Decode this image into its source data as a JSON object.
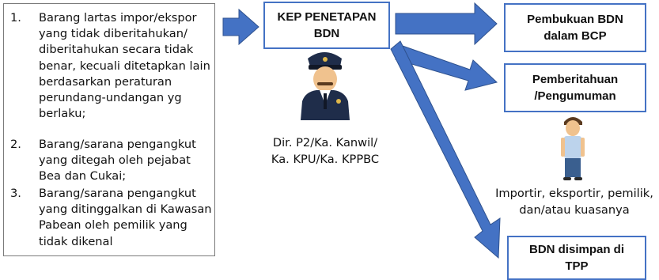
{
  "list": {
    "items": [
      {
        "num": "1.",
        "text": "Barang lartas impor/ekspor yang tidak diberitahukan/ diberitahukan secara tidak benar, kecuali ditetapkan lain berdasarkan peraturan perundang-undangan  yg berlaku;"
      },
      {
        "num": "2.",
        "text": "Barang/sarana pengangkut yang ditegah oleh pejabat Bea dan Cukai;"
      },
      {
        "num": "3.",
        "text": "Barang/sarana pengangkut yang ditinggalkan di Kawasan Pabean oleh pemilik yang tidak dikenal"
      }
    ]
  },
  "nodes": {
    "kep": "KEP PENETAPAN\nBDN",
    "pembukuan": "Pembukuan BDN\ndalam BCP",
    "pemberitahuan": "Pemberitahuan\n/Pengumuman",
    "disimpan": "BDN disimpan di\nTPP"
  },
  "captions": {
    "officer": "Dir. P2/Ka. Kanwil/\nKa. KPU/Ka. KPPBC",
    "importer": "Importir, eksportir, pemilik,\ndan/atau kuasanya"
  },
  "icons": {
    "officer": "police-officer-icon",
    "importer": "person-icon"
  },
  "colors": {
    "arrow": "#4472c4",
    "arrow_stroke": "#2f528f",
    "node_border": "#4472c4"
  }
}
